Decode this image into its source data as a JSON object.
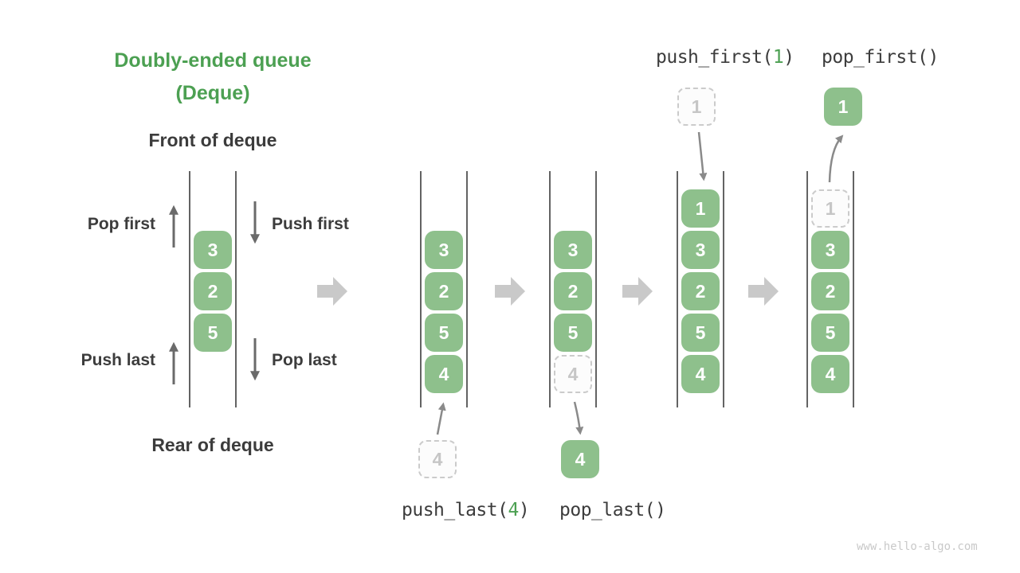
{
  "title": {
    "line1": "Doubly-ended queue",
    "line2": "(Deque)"
  },
  "labels": {
    "front": "Front of deque",
    "rear": "Rear of deque",
    "pop_first": "Pop first",
    "push_first": "Push first",
    "push_last": "Push last",
    "pop_last": "Pop last"
  },
  "ops": {
    "push_first_prefix": "push_first(",
    "push_first_arg": "1",
    "push_first_suffix": ")",
    "pop_first": "pop_first()",
    "push_last_prefix": "push_last(",
    "push_last_arg": "4",
    "push_last_suffix": ")",
    "pop_last": "pop_last()"
  },
  "queues": {
    "q1": {
      "cells": [
        "3",
        "2",
        "5"
      ]
    },
    "q2": {
      "cells": [
        "3",
        "2",
        "5",
        "4"
      ]
    },
    "q3": {
      "cells": [
        "3",
        "2",
        "5"
      ],
      "ghost": "4"
    },
    "q4": {
      "cells": [
        "1",
        "3",
        "2",
        "5",
        "4"
      ]
    },
    "q5": {
      "ghost": "1",
      "cells": [
        "3",
        "2",
        "5",
        "4"
      ]
    }
  },
  "floating": {
    "push_last_in": "4",
    "pop_last_out": "4",
    "push_first_in": "1",
    "pop_first_out": "1"
  },
  "colors": {
    "cell_green": "#8EC08C",
    "title_green": "#4CA052",
    "text_dark": "#3C3C3C",
    "side_arrow_gray": "#6A6A6A",
    "connector_arrow_gray": "#8A8A8A",
    "transition_arrow_gray": "#C9C9C9",
    "ghost_border": "#CBCBCB",
    "ghost_text": "#C6C6C6",
    "channel_line": "#636363",
    "watermark_gray": "#C9C9C9"
  },
  "footer": {
    "watermark": "www.hello-algo.com"
  }
}
